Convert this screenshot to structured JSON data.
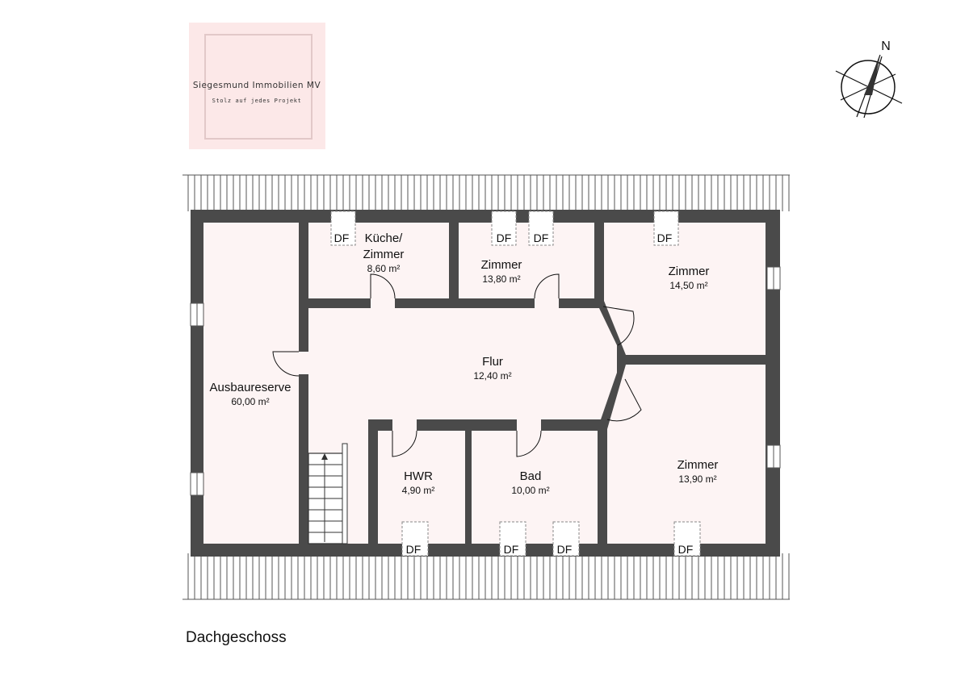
{
  "logo": {
    "title": "Siegesmund Immobilien MV",
    "tagline": "Stolz auf jedes Projekt",
    "bg_color": "#fce8e8",
    "frame_color": "#e2c8c8"
  },
  "compass": {
    "north_label": "N"
  },
  "floor_label": "Dachgeschoss",
  "colors": {
    "wall": "#4a4a4a",
    "room_fill": "#fdf4f4",
    "roof_line": "#555555"
  },
  "rooms": [
    {
      "id": "ausbaureserve",
      "name": "Ausbaureserve",
      "area": "60,00 m²"
    },
    {
      "id": "kueche",
      "name_line1": "Küche/",
      "name_line2": "Zimmer",
      "area": "8,60 m²"
    },
    {
      "id": "zimmer1",
      "name": "Zimmer",
      "area": "13,80 m²"
    },
    {
      "id": "zimmer2",
      "name": "Zimmer",
      "area": "14,50 m²"
    },
    {
      "id": "flur",
      "name": "Flur",
      "area": "12,40 m²"
    },
    {
      "id": "hwr",
      "name": "HWR",
      "area": "4,90 m²"
    },
    {
      "id": "bad",
      "name": "Bad",
      "area": "10,00 m²"
    },
    {
      "id": "zimmer3",
      "name": "Zimmer",
      "area": "13,90 m²"
    }
  ],
  "skylight_label": "DF"
}
